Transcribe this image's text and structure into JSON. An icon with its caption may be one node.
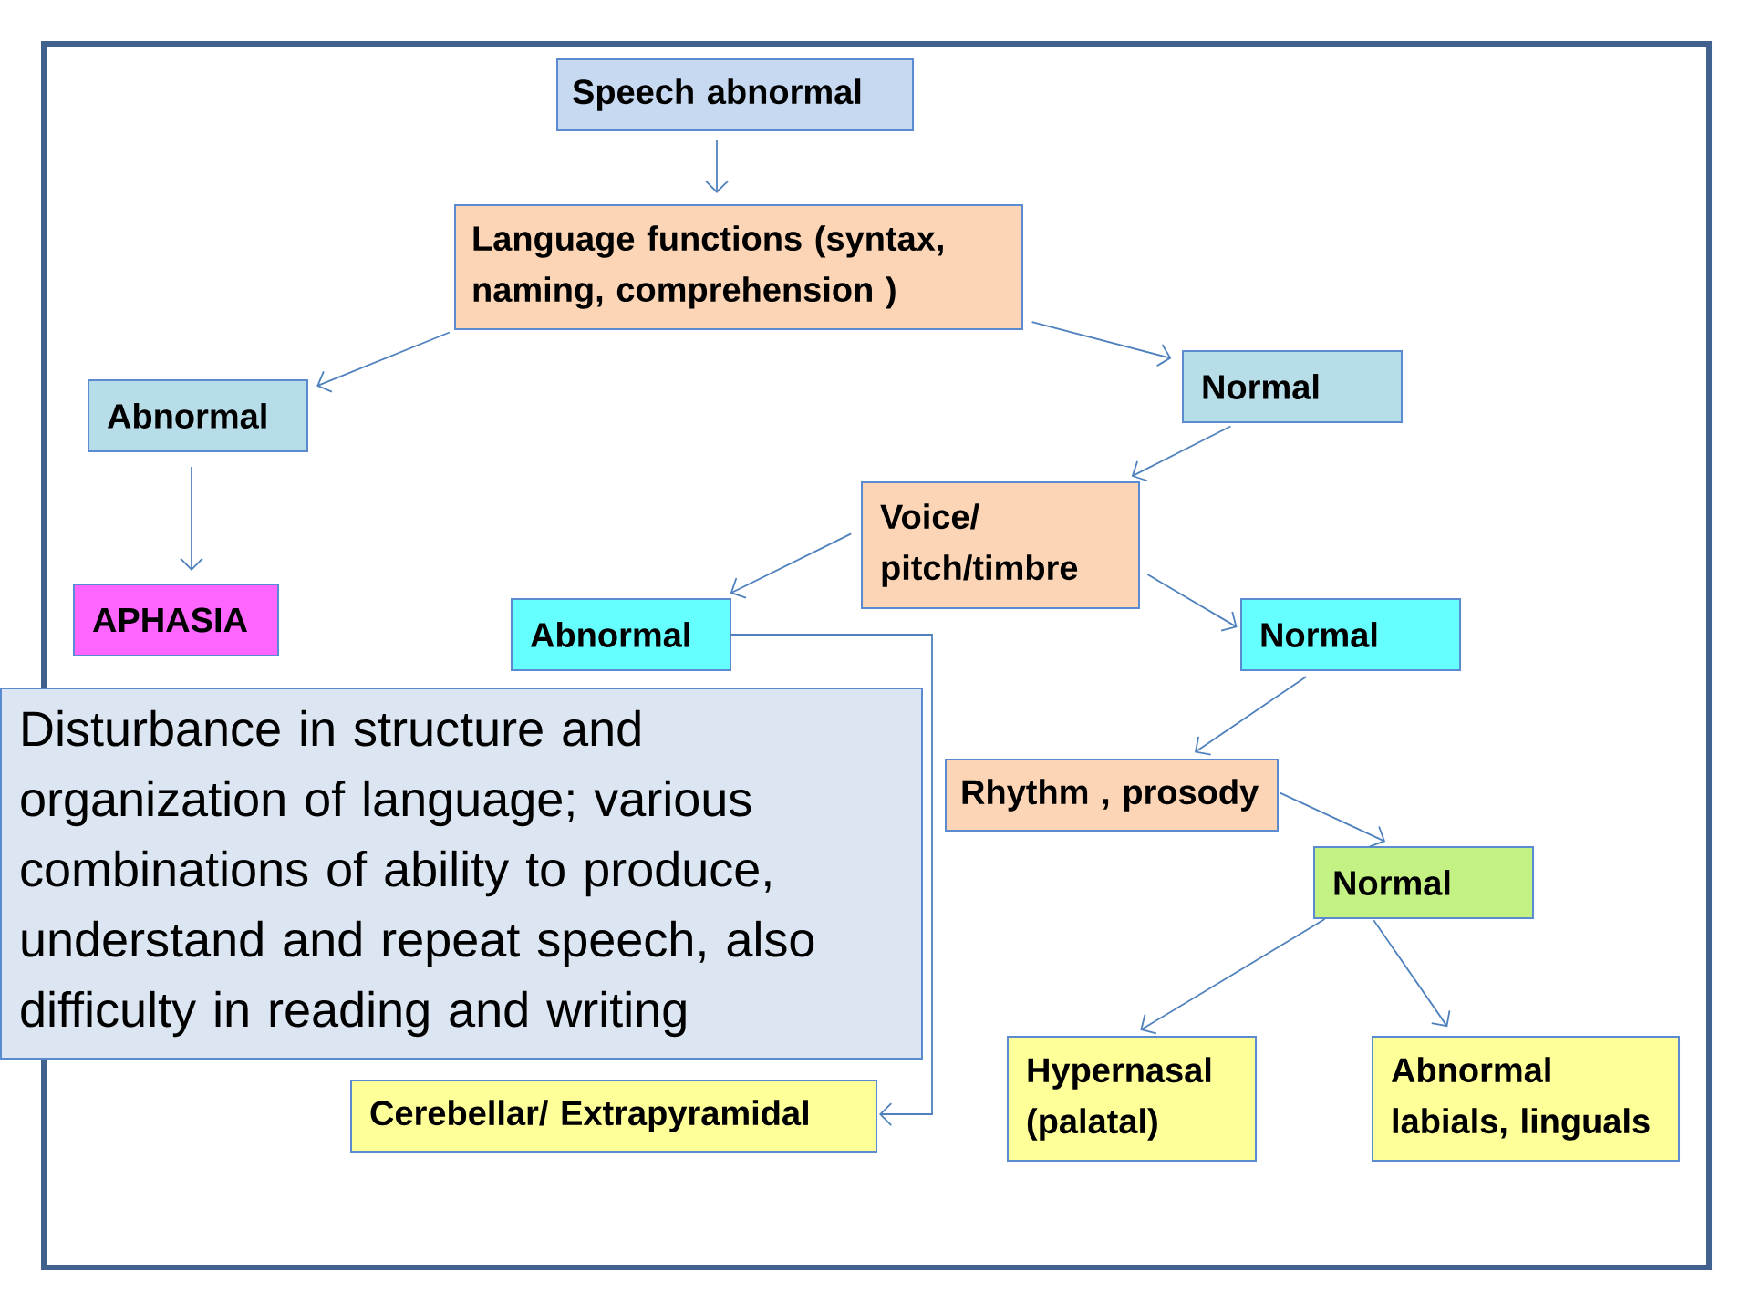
{
  "diagram": {
    "nodes": [
      {
        "text": [
          "Speech abnormal"
        ]
      },
      {
        "text": [
          "Language functions (syntax, naming, comprehension )"
        ]
      },
      {
        "text": [
          "Abnormal"
        ]
      },
      {
        "text": [
          "Normal"
        ]
      },
      {
        "text": [
          "Voice/ pitch/timbre"
        ]
      },
      {
        "text": [
          "APHASIA"
        ]
      },
      {
        "text": [
          "Abnormal"
        ]
      },
      {
        "text": [
          "Normal"
        ]
      },
      {
        "text": [
          "Disturbance in structure and organization of language; various combinations of ability to produce, understand and repeat speech, also difficulty in reading and writing"
        ]
      },
      {
        "text": [
          "Rhythm , prosody"
        ]
      },
      {
        "text": [
          "Normal"
        ]
      },
      {
        "text": [
          "Hypernasal (palatal)"
        ]
      },
      {
        "text": [
          "Abnormal labials, linguals"
        ]
      },
      {
        "text": [
          "Cerebellar/ Extrapyramidal"
        ]
      }
    ],
    "edges": [
      {
        "from": 0,
        "to": 1,
        "arrow": "to"
      },
      {
        "from": 1,
        "to": 2,
        "arrow": "to"
      },
      {
        "from": 1,
        "to": 3,
        "arrow": "to"
      },
      {
        "from": 2,
        "to": 5,
        "arrow": "to"
      },
      {
        "from": 3,
        "to": 4,
        "arrow": "to"
      },
      {
        "from": 4,
        "to": 6,
        "arrow": "to"
      },
      {
        "from": 4,
        "to": 7,
        "arrow": "to"
      },
      {
        "from": 6,
        "to": 13,
        "arrow": "to"
      },
      {
        "from": 7,
        "to": 9,
        "arrow": "to"
      },
      {
        "from": 9,
        "to": 10,
        "arrow": "to"
      },
      {
        "from": 10,
        "to": 11,
        "arrow": "to"
      },
      {
        "from": 10,
        "to": 12,
        "arrow": "to"
      }
    ]
  }
}
